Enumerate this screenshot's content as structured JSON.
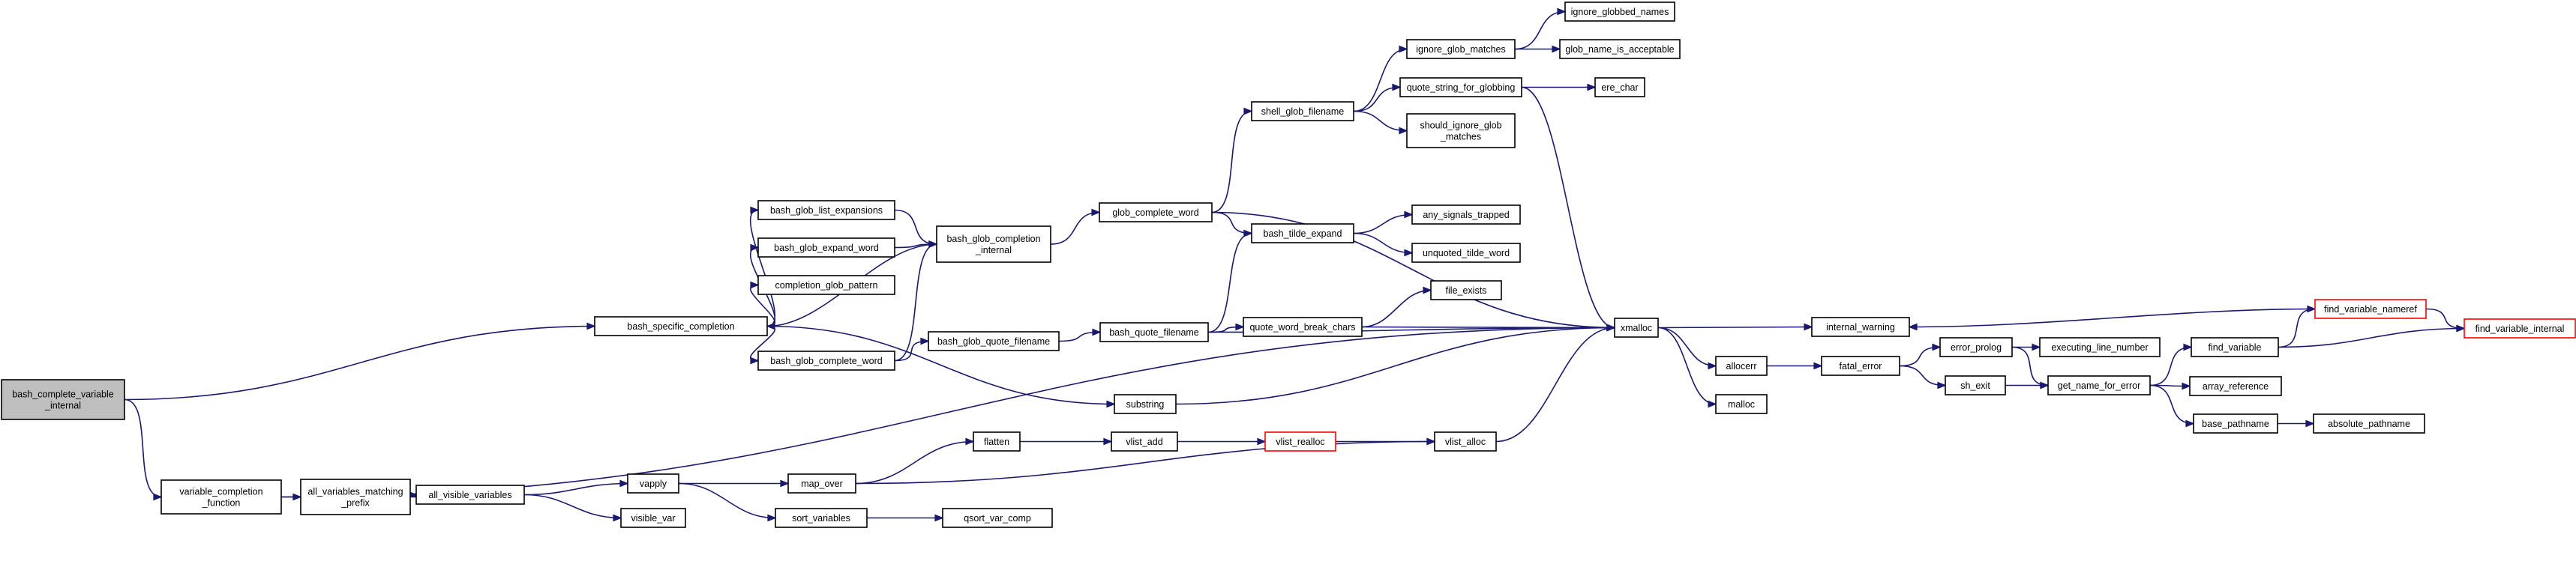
{
  "graph": {
    "edge_color": "#191970",
    "root_fill": "#bfbfbf",
    "truncated_border": "#ff0000",
    "nodes": [
      {
        "id": "n0",
        "lines": [
          "bash_complete_variable",
          "_internal"
        ],
        "root": true
      },
      {
        "id": "n1",
        "lines": [
          "bash_specific_completion"
        ]
      },
      {
        "id": "n2",
        "lines": [
          "variable_completion",
          "_function"
        ]
      },
      {
        "id": "n3",
        "lines": [
          "bash_glob_list_expansions"
        ]
      },
      {
        "id": "n4",
        "lines": [
          "bash_glob_expand_word"
        ]
      },
      {
        "id": "n5",
        "lines": [
          "completion_glob_pattern"
        ]
      },
      {
        "id": "n6",
        "lines": [
          "bash_glob_complete_word"
        ]
      },
      {
        "id": "n7",
        "lines": [
          "bash_glob_completion",
          "_internal"
        ]
      },
      {
        "id": "n8",
        "lines": [
          "bash_glob_quote_filename"
        ]
      },
      {
        "id": "n9",
        "lines": [
          "substring"
        ]
      },
      {
        "id": "n10",
        "lines": [
          "glob_complete_word"
        ]
      },
      {
        "id": "n11",
        "lines": [
          "bash_quote_filename"
        ]
      },
      {
        "id": "n12",
        "lines": [
          "shell_glob_filename"
        ]
      },
      {
        "id": "n13",
        "lines": [
          "bash_tilde_expand"
        ]
      },
      {
        "id": "n14",
        "lines": [
          "quote_word_break_chars"
        ]
      },
      {
        "id": "n15",
        "lines": [
          "ignore_glob_matches"
        ]
      },
      {
        "id": "n16",
        "lines": [
          "quote_string_for_globbing"
        ]
      },
      {
        "id": "n17",
        "lines": [
          "should_ignore_glob",
          "_matches"
        ]
      },
      {
        "id": "n18",
        "lines": [
          "ignore_globbed_names"
        ]
      },
      {
        "id": "n19",
        "lines": [
          "glob_name_is_acceptable"
        ]
      },
      {
        "id": "n20",
        "lines": [
          "ere_char"
        ]
      },
      {
        "id": "n21",
        "lines": [
          "any_signals_trapped"
        ]
      },
      {
        "id": "n22",
        "lines": [
          "unquoted_tilde_word"
        ]
      },
      {
        "id": "n23",
        "lines": [
          "file_exists"
        ]
      },
      {
        "id": "n24",
        "lines": [
          "xmalloc"
        ]
      },
      {
        "id": "n25",
        "lines": [
          "internal_warning"
        ]
      },
      {
        "id": "n26",
        "lines": [
          "allocerr"
        ]
      },
      {
        "id": "n27",
        "lines": [
          "malloc"
        ]
      },
      {
        "id": "n28",
        "lines": [
          "fatal_error"
        ]
      },
      {
        "id": "n29",
        "lines": [
          "error_prolog"
        ]
      },
      {
        "id": "n30",
        "lines": [
          "sh_exit"
        ]
      },
      {
        "id": "n31",
        "lines": [
          "executing_line_number"
        ]
      },
      {
        "id": "n32",
        "lines": [
          "get_name_for_error"
        ]
      },
      {
        "id": "n33",
        "lines": [
          "find_variable"
        ]
      },
      {
        "id": "n34",
        "lines": [
          "array_reference"
        ]
      },
      {
        "id": "n35",
        "lines": [
          "base_pathname"
        ]
      },
      {
        "id": "n36",
        "lines": [
          "absolute_pathname"
        ]
      },
      {
        "id": "n37",
        "lines": [
          "find_variable_nameref"
        ],
        "truncated": true
      },
      {
        "id": "n38",
        "lines": [
          "find_variable_internal"
        ],
        "truncated": true
      },
      {
        "id": "n39",
        "lines": [
          "all_variables_matching",
          "_prefix"
        ]
      },
      {
        "id": "n40",
        "lines": [
          "all_visible_variables"
        ]
      },
      {
        "id": "n41",
        "lines": [
          "vapply"
        ]
      },
      {
        "id": "n42",
        "lines": [
          "visible_var"
        ]
      },
      {
        "id": "n43",
        "lines": [
          "map_over"
        ]
      },
      {
        "id": "n44",
        "lines": [
          "sort_variables"
        ]
      },
      {
        "id": "n45",
        "lines": [
          "flatten"
        ]
      },
      {
        "id": "n46",
        "lines": [
          "qsort_var_comp"
        ]
      },
      {
        "id": "n47",
        "lines": [
          "vlist_add"
        ]
      },
      {
        "id": "n48",
        "lines": [
          "vlist_realloc"
        ],
        "truncated": true
      },
      {
        "id": "n49",
        "lines": [
          "vlist_alloc"
        ]
      }
    ],
    "edges": [
      [
        "n0",
        "n1"
      ],
      [
        "n0",
        "n2"
      ],
      [
        "n1",
        "n3"
      ],
      [
        "n1",
        "n4"
      ],
      [
        "n1",
        "n5"
      ],
      [
        "n1",
        "n6"
      ],
      [
        "n1",
        "n9"
      ],
      [
        "n3",
        "n7"
      ],
      [
        "n4",
        "n7"
      ],
      [
        "n6",
        "n7"
      ],
      [
        "n6",
        "n8"
      ],
      [
        "n7",
        "n1"
      ],
      [
        "n7",
        "n10"
      ],
      [
        "n8",
        "n11"
      ],
      [
        "n9",
        "n24"
      ],
      [
        "n10",
        "n12"
      ],
      [
        "n10",
        "n13"
      ],
      [
        "n10",
        "n24"
      ],
      [
        "n11",
        "n13"
      ],
      [
        "n11",
        "n14"
      ],
      [
        "n11",
        "n24"
      ],
      [
        "n12",
        "n15"
      ],
      [
        "n12",
        "n16"
      ],
      [
        "n12",
        "n17"
      ],
      [
        "n15",
        "n18"
      ],
      [
        "n15",
        "n19"
      ],
      [
        "n16",
        "n20"
      ],
      [
        "n16",
        "n24"
      ],
      [
        "n13",
        "n21"
      ],
      [
        "n13",
        "n22"
      ],
      [
        "n14",
        "n23"
      ],
      [
        "n14",
        "n24"
      ],
      [
        "n2",
        "n39"
      ],
      [
        "n2",
        "n24"
      ],
      [
        "n39",
        "n40"
      ],
      [
        "n40",
        "n41"
      ],
      [
        "n40",
        "n42"
      ],
      [
        "n41",
        "n43"
      ],
      [
        "n41",
        "n44"
      ],
      [
        "n44",
        "n46"
      ],
      [
        "n43",
        "n45"
      ],
      [
        "n43",
        "n49"
      ],
      [
        "n45",
        "n47"
      ],
      [
        "n47",
        "n48"
      ],
      [
        "n48",
        "n49"
      ],
      [
        "n49",
        "n24"
      ],
      [
        "n24",
        "n25"
      ],
      [
        "n24",
        "n26"
      ],
      [
        "n24",
        "n27"
      ],
      [
        "n26",
        "n28"
      ],
      [
        "n28",
        "n29"
      ],
      [
        "n28",
        "n30"
      ],
      [
        "n29",
        "n31"
      ],
      [
        "n29",
        "n32"
      ],
      [
        "n30",
        "n32"
      ],
      [
        "n32",
        "n33"
      ],
      [
        "n32",
        "n34"
      ],
      [
        "n32",
        "n35"
      ],
      [
        "n35",
        "n36"
      ],
      [
        "n33",
        "n37"
      ],
      [
        "n33",
        "n38"
      ],
      [
        "n37",
        "n38"
      ],
      [
        "n37",
        "n25"
      ]
    ]
  }
}
